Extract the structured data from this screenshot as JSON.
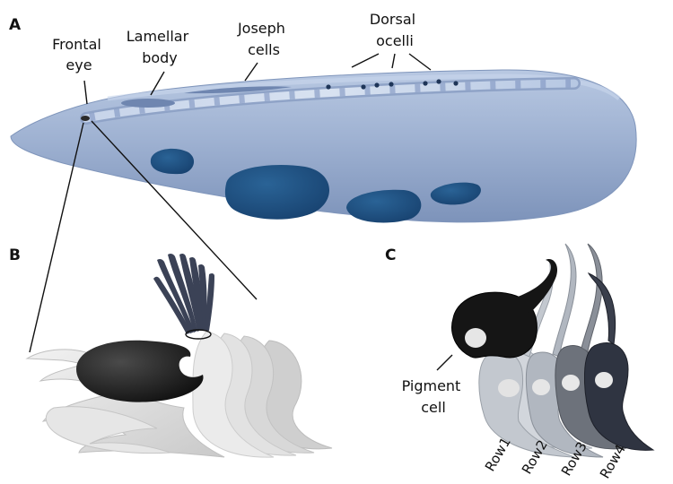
{
  "panels": {
    "a": "A",
    "b": "B",
    "c": "C"
  },
  "labels": {
    "frontal_eye": [
      "Frontal",
      "eye"
    ],
    "lamellar_body": [
      "Lamellar",
      "body"
    ],
    "joseph_cells": [
      "Joseph",
      "cells"
    ],
    "dorsal_ocelli": [
      "Dorsal",
      "ocelli"
    ],
    "pigment_cell": [
      "Pigment",
      "cell"
    ]
  },
  "rows": [
    "Row1",
    "Row2",
    "Row3",
    "Row4"
  ],
  "colors": {
    "body": "#9fb3d3",
    "body_dark": "#7f95bb",
    "spots": "#1f4f82",
    "nerve_cord": "#c9d6ea",
    "pigment_dark": "#141414",
    "cell_light": "#e9e9e9",
    "row1": "#cfd3d9",
    "row2": "#b4bac3",
    "row3": "#6f737b",
    "row4": "#2f3440"
  }
}
